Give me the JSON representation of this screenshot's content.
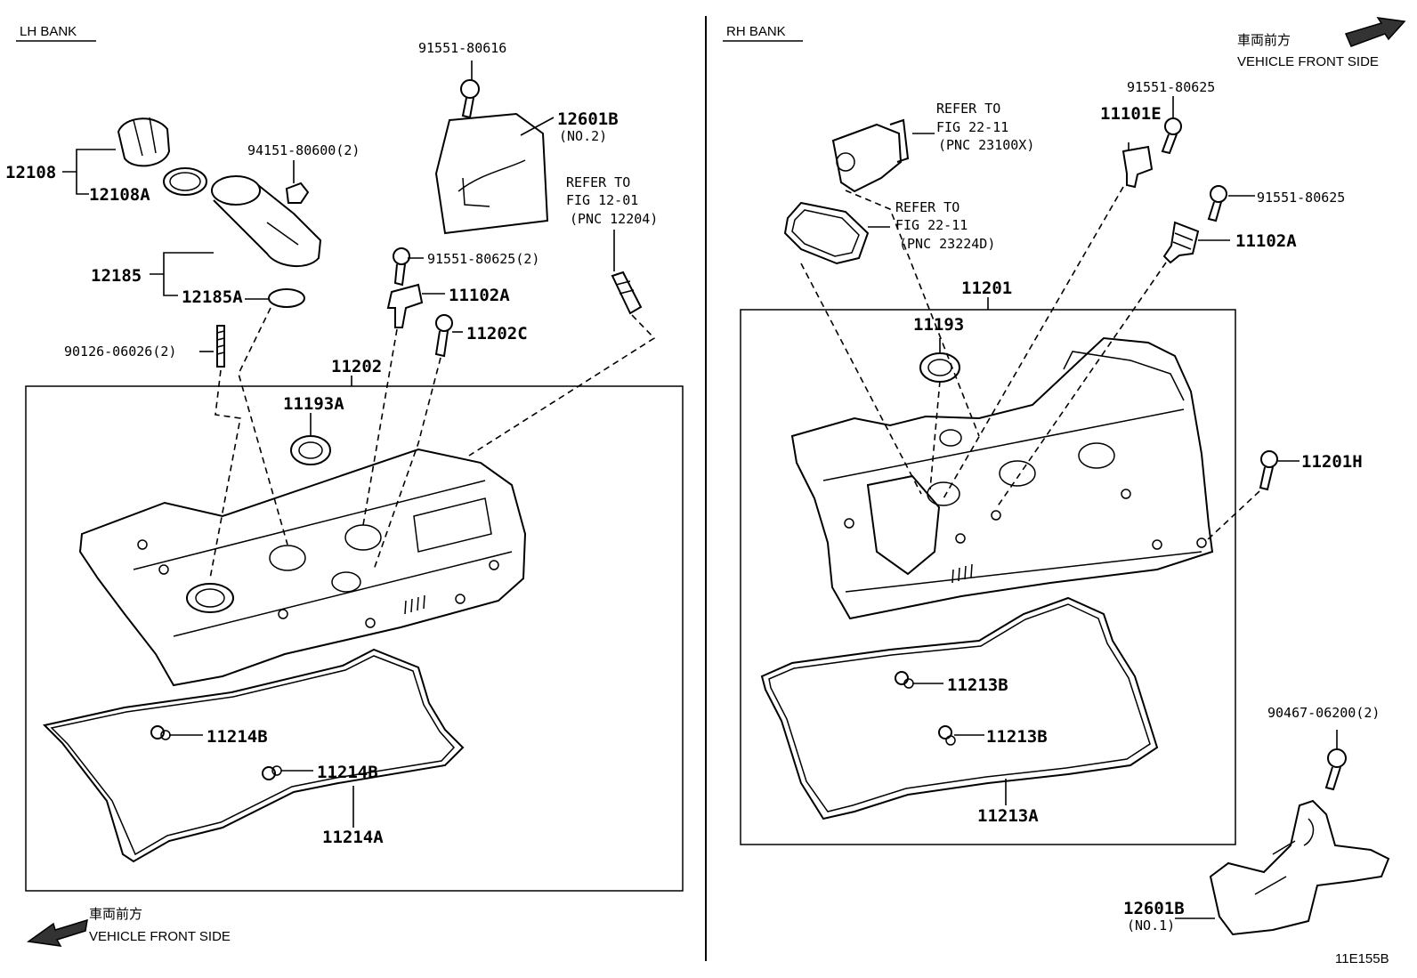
{
  "headers": {
    "lh_bank": "LH BANK",
    "rh_bank": "RH BANK",
    "front_jp": "車両前方",
    "front_en": "VEHICLE FRONT SIDE",
    "diagram_code": "11E155B"
  },
  "lh_labels": {
    "p12108": "12108",
    "p12108a": "12108A",
    "p12185": "12185",
    "p12185a": "12185A",
    "p90126": "90126-06026(2)",
    "p94151": "94151-80600(2)",
    "p91551_80616": "91551-80616",
    "p12601b": "12601B",
    "p12601b_no": "(NO.2)",
    "refer_line1": "REFER TO",
    "refer_line2": "FIG 12-01",
    "refer_line3": "(PNC 12204)",
    "p91551_80625": "91551-80625(2)",
    "p11102a": "11102A",
    "p11202c": "11202C",
    "p11202": "11202",
    "p11193a": "11193A",
    "p11214b_1": "11214B",
    "p11214b_2": "11214B",
    "p11214a": "11214A"
  },
  "rh_labels": {
    "refer1_line1": "REFER TO",
    "refer1_line2": "FIG 22-11",
    "refer1_line3": "(PNC 23100X)",
    "refer2_line1": "REFER TO",
    "refer2_line2": "FIG 22-11",
    "refer2_line3": "(PNC 23224D)",
    "p91551_a": "91551-80625",
    "p11101e": "11101E",
    "p91551_b": "91551-80625",
    "p11102a": "11102A",
    "p11201": "11201",
    "p11193": "11193",
    "p11201h": "11201H",
    "p11213b_1": "11213B",
    "p11213b_2": "11213B",
    "p11213a": "11213A",
    "p90467": "90467-06200(2)",
    "p12601b": "12601B",
    "p12601b_no": "(NO.1)"
  }
}
